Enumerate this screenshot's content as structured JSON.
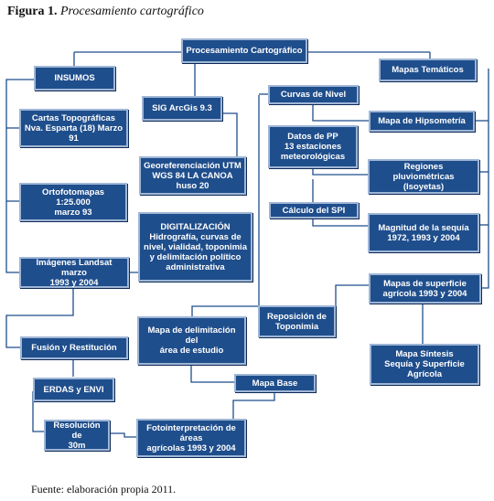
{
  "figure": {
    "label": "Figura 1",
    "title": "Procesamiento cartográfico",
    "source": "Fuente: elaboración propia 2011."
  },
  "nodes": {
    "procesamiento": "Procesamiento Cartográfico",
    "insumos": "INSUMOS",
    "mapas_tematicos": "Mapas Temáticos",
    "sig": "SIG ArcGis 9.3",
    "curvas": "Curvas de Nivel",
    "cartas": "Cartas Topográficas\nNva. Esparta (18) Marzo 91",
    "hipsometria": "Mapa de Hipsometría",
    "datos_pp": "Datos de PP\n13 estaciones\nmeteorológicas",
    "georef": "Georeferenciación UTM\nWGS 84 LA CANOA\nhuso 20",
    "ortofoto": "Ortofotomapas\n1:25.000\nmarzo 93",
    "regiones": "Regiones pluviométricas\n(Isoyetas)",
    "calculo_spi": "Cálculo del SPI",
    "digitalizacion": "DIGITALIZACIÓN\nHidrografía, curvas de\nnivel, vialidad, toponimia\ny delimitación político\nadministrativa",
    "magnitud": "Magnitud de la sequía\n1972, 1993  y 2004",
    "landsat": "Imágenes Landsat marzo\n1993  y 2004",
    "superficie": "Mapas de superficie\nagrícola 1993  y 2004",
    "reposicion": "Reposición de\nToponimia",
    "delimitacion": "Mapa de delimitación del\nárea de estudio",
    "fusion": "Fusión y Restitución",
    "sintesis": "Mapa Síntesis\nSequía y Superficie\nAgrícola",
    "erdas": "ERDAS y ENVI",
    "mapa_base": "Mapa Base",
    "resolucion": "Resolución de\n30m",
    "fotointerpretacion": "Fotointerpretación de áreas\nagrícolas 1993  y 2004"
  },
  "colors": {
    "box_fill": "#1f4e8c",
    "box_border": "#9fb6d6",
    "connector": "#1f4e8c"
  }
}
